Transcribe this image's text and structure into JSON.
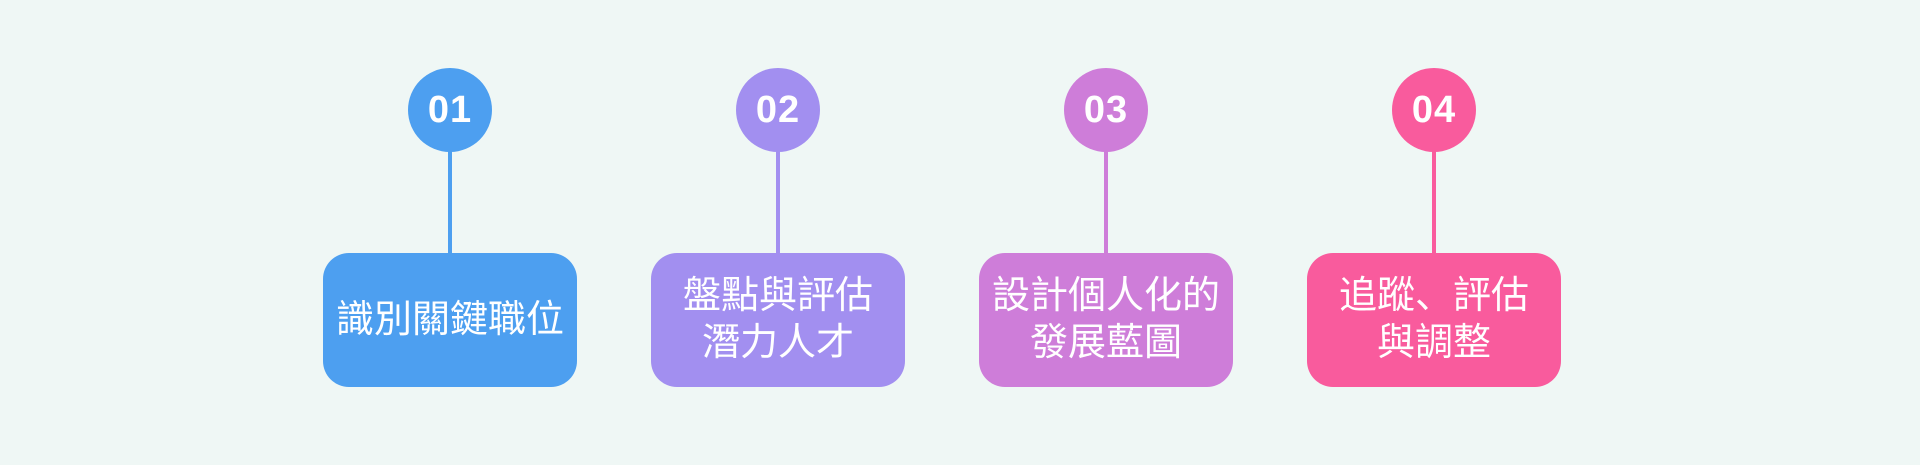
{
  "background": "#EFF7F5",
  "text_color": "#FFFFFF",
  "steps": [
    {
      "number": "01",
      "color": "#4D9FF0",
      "lines": [
        "識別關鍵職位"
      ]
    },
    {
      "number": "02",
      "color": "#A28FF0",
      "lines": [
        "盤點與評估",
        "潛力人才"
      ]
    },
    {
      "number": "03",
      "color": "#CE7DD9",
      "lines": [
        "設計個人化的",
        "發展藍圖"
      ]
    },
    {
      "number": "04",
      "color": "#F95B9D",
      "lines": [
        "追蹤、評估",
        "與調整"
      ]
    }
  ]
}
